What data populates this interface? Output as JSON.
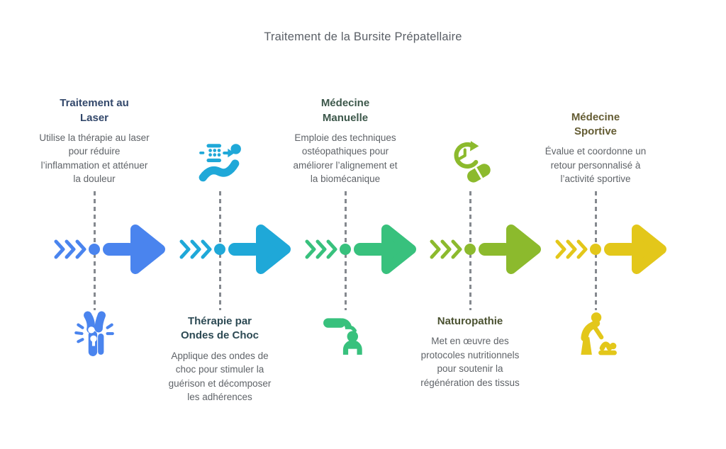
{
  "title": "Traitement de la Bursite Prépatellaire",
  "connector_color": "#85898f",
  "steps": [
    {
      "title": "Traitement au Laser",
      "description": "Utilise la thérapie au laser pour réduire l’inflammation et atténuer la douleur",
      "color": "#4a84ee",
      "heading_color": "#33486b",
      "icon": "knee-joint-inflammation-icon"
    },
    {
      "title": "Thérapie par Ondes de Choc",
      "description": "Applique des ondes de choc pour stimuler la guérison et décomposer les adhérences",
      "color": "#1fa8d8",
      "heading_color": "#2d4a54",
      "icon": "shockwave-device-icon"
    },
    {
      "title": "Médecine Manuelle",
      "description": "Emploie des techniques ostéopathiques pour améliorer l’alignement et la biomécanique",
      "color": "#38c17d",
      "heading_color": "#3c574a",
      "icon": "hand-massage-icon"
    },
    {
      "title": "Naturopathie",
      "description": "Met en œuvre des protocoles nutritionnels pour soutenir la régénération des tissus",
      "color": "#8cba2d",
      "heading_color": "#4a5130",
      "icon": "clock-capsule-icon"
    },
    {
      "title": "Médecine Sportive",
      "description": "Évalue et coordonne un retour personnalisé à l’activité sportive",
      "color": "#e3c71a",
      "heading_color": "#645c33",
      "icon": "physio-table-icon"
    }
  ]
}
